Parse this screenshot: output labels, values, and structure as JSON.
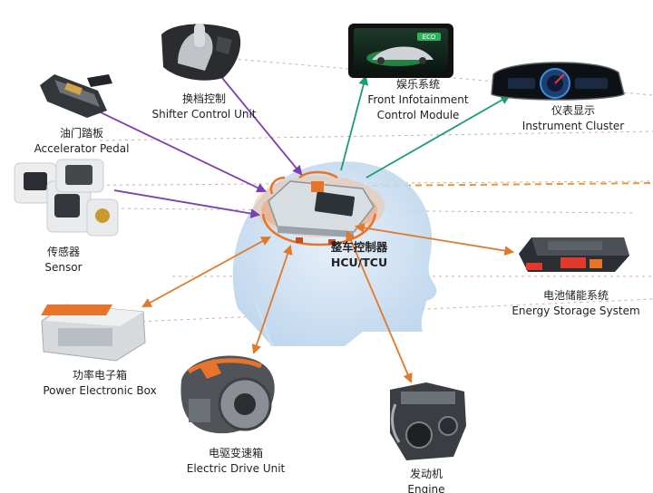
{
  "center": {
    "zh": "整车控制器",
    "en": "HCU/TCU"
  },
  "components": [
    {
      "id": "shifter",
      "zh": "换档控制",
      "en": "Shifter Control Unit"
    },
    {
      "id": "infotainment",
      "zh": "娱乐系统",
      "en": "Front  Infotainment\nControl Module"
    },
    {
      "id": "cluster",
      "zh": "仪表显示",
      "en": "Instrument Cluster"
    },
    {
      "id": "pedal",
      "zh": "油门踏板",
      "en": "Accelerator Pedal"
    },
    {
      "id": "sensor",
      "zh": "传感器",
      "en": "Sensor"
    },
    {
      "id": "energy",
      "zh": "电池储能系统",
      "en": "Energy Storage System"
    },
    {
      "id": "pe-box",
      "zh": "功率电子箱",
      "en": "Power Electronic Box"
    },
    {
      "id": "drive",
      "zh": "电驱变速箱",
      "en": "Electric Drive Unit"
    },
    {
      "id": "engine",
      "zh": "发动机",
      "en": "Engine"
    }
  ],
  "screen": {
    "badge": "ECO"
  },
  "colors": {
    "purple": "#7a3fb0",
    "green": "#1a9e6a",
    "orange": "#e07a2a",
    "ecu_orange": "#e8732a",
    "head_blue": "#bcd6ee"
  }
}
